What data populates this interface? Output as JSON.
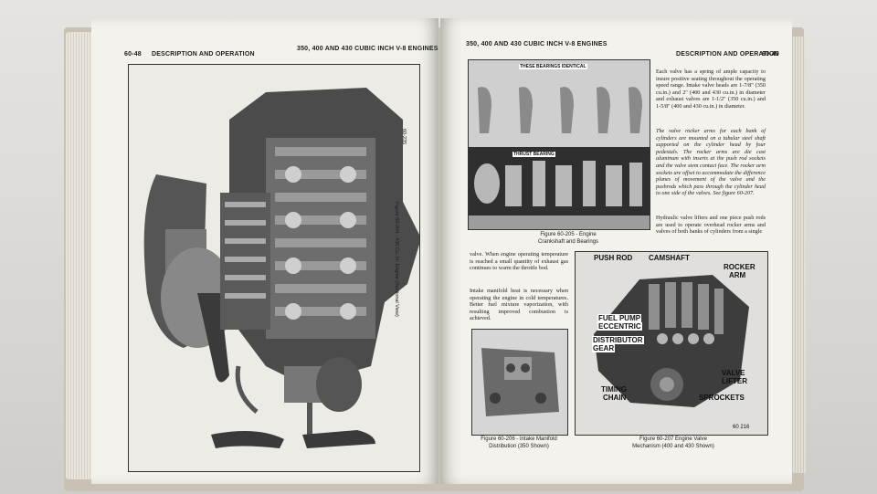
{
  "left_page": {
    "page_number": "60-48",
    "section": "DESCRIPTION AND OPERATION",
    "running_head": "350, 400 AND 430 CUBIC INCH V-8 ENGINES",
    "figure_code": "60-235",
    "figure_caption": "Figure 60-204 - 430 Cu. In. Engine (Sectional View)"
  },
  "right_page": {
    "running_head": "350, 400 AND 430 CUBIC INCH V-8 ENGINES",
    "section": "DESCRIPTION AND OPERATION",
    "page_number": "60-49",
    "fig205": {
      "callout_top": "THESE BEARINGS IDENTICAL",
      "callout_thrust": "THRUST BEARING",
      "caption": "Figure 60-205 - Engine Crankshaft and Bearings"
    },
    "para1": "Each valve has a spring of ample capacity to insure positive seating throughout the operating speed range. Intake valve heads are 1-7/8\" (350 cu.in.) and 2\" (400 and 430 cu.in.) in diameter and exhaust valves are 1-1/2\" (350 cu.in.) and 1-5/8\" (400 and 430 cu.in.) in diameter.",
    "para2": "The valve rocker arms for each bank of cylinders are mounted on a tubular steel shaft supported on the cylinder head by four pedestals. The rocker arms are die cast aluminum with inserts at the push rod sockets and the valve stem contact face. The rocker arm sockets are offset to accommodate the difference planes of movement of the valve and the pushrods which pass through the cylinder head to one side of the valves. See figure 60-207.",
    "para3": "Hydraulic valve lifters and one piece push rods are used to operate overhead rocker arms and valves of both banks of cylinders from a single",
    "para4": "valve. When engine operating temperature is reached a small quantity of exhaust gas continues to warm the throttle bod.",
    "para5": "Intake manifold heat is necessary when operating the engine in cold temperatures. Better fuel mixture vaporization, with resulting improved combustion is achieved.",
    "fig206_caption": "Figure 60-206 - Intake Manifold Distribution (350 Shown)",
    "fig207": {
      "labels": {
        "push_rod": "PUSH ROD",
        "camshaft": "CAMSHAFT",
        "rocker_arm_1": "ROCKER",
        "rocker_arm_2": "ARM",
        "fuel_pump_1": "FUEL PUMP",
        "fuel_pump_2": "ECCENTRIC",
        "distributor_1": "DISTRIBUTOR",
        "distributor_2": "GEAR",
        "valve_lifter_1": "VALVE",
        "valve_lifter_2": "LIFTER",
        "timing_chain_1": "TIMING",
        "timing_chain_2": "CHAIN",
        "sprockets": "SPROCKETS",
        "code": "60 216"
      },
      "caption": "Figure 60-207 Engine Valve Mechanism (400 and 430 Shown)"
    }
  }
}
